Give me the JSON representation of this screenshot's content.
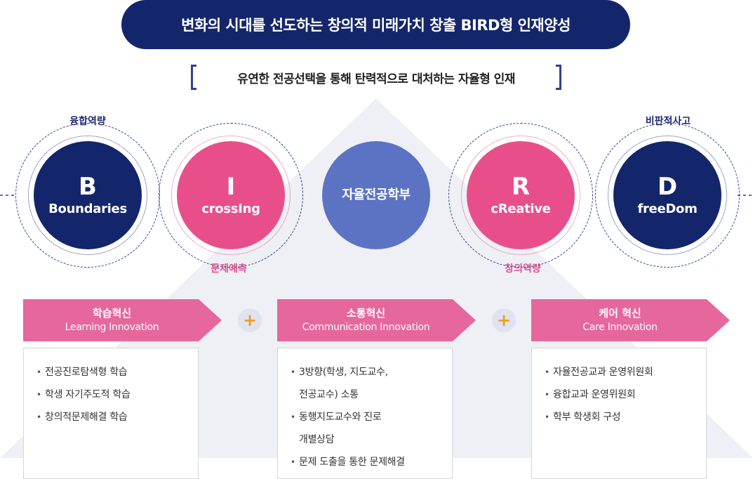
{
  "header": {
    "title": "변화의 시대를 선도하는 창의적 미래가치 창출 BIRD형 인재양성",
    "subtitle": "유연한 전공선택을 통해 탄력적으로 대처하는 자율형 인재"
  },
  "captions": {
    "b": "융합역량",
    "i": "문제예측",
    "r": "창의역량",
    "d": "비판적사고"
  },
  "circles": {
    "b": {
      "letter": "B",
      "word": "Boundaries"
    },
    "i": {
      "letter": "I",
      "word": "crossIng"
    },
    "center": {
      "label": "자율전공학부"
    },
    "r": {
      "letter": "R",
      "word": "cReative"
    },
    "d": {
      "letter": "D",
      "word": "freeDom"
    }
  },
  "pillars": [
    {
      "title": "학습혁신",
      "subtitle": "Learning Innovation",
      "items": [
        "전공진로탐색형 학습",
        "학생 자기주도적 학습",
        "창의적문제해결 학습"
      ]
    },
    {
      "title": "소통혁신",
      "subtitle": "Communication Innovation",
      "items": [
        "3방향(학생, 지도교수,",
        "전공교수) 소통",
        "동행지도교수와 진로",
        "개별상담",
        "문제 도출을 통한 문제해결"
      ]
    },
    {
      "title": "케어 혁신",
      "subtitle": "Care Innovation",
      "items": [
        "자율전공교과 운영위원회",
        "융합교과 운영위원회",
        "학부 학생회 구성"
      ]
    }
  ],
  "plus_sign": "+",
  "colors": {
    "navy": "#14266b",
    "pink": "#e84f8a",
    "center_blue": "#5c73c4",
    "banner_pink": "#e6679c",
    "plus_orange": "#f39a1e"
  }
}
